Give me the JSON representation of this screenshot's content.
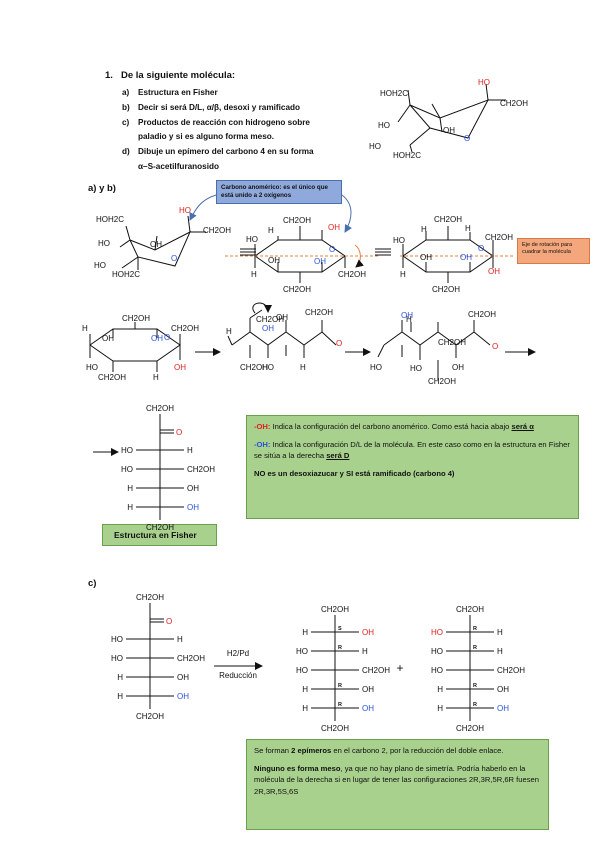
{
  "question": {
    "number": "1.",
    "title": "De la siguiente molécula:",
    "items": [
      {
        "letter": "a)",
        "text": "Estructura en Fisher"
      },
      {
        "letter": "b)",
        "text": "Decir si será D/L, α/β, desoxi y ramificado"
      },
      {
        "letter": "c)",
        "text": "Productos de reacción con hidrogeno sobre"
      },
      {
        "letter": "",
        "text": "paladio y si es alguno forma meso."
      },
      {
        "letter": "d)",
        "text": "Dibuje un epímero del carbono 4 en su forma"
      },
      {
        "letter": "",
        "text": "α–S-acetilfuranosido"
      }
    ]
  },
  "section_ab": "a) y b)",
  "section_c": "c)",
  "callout_anomeric": "Carbono anomérico: es el único que está unido a 2 oxígenos",
  "callout_axis": "Eje de rotación para cuadrar la molécula",
  "box_fisher_label": "Estructura en Fisher",
  "box_conf": {
    "p1_oh": "-OH:",
    "p1_text": " Indica la configuración del carbono anomérico. Como está hacia abajo ",
    "p1_end": "será α",
    "p2_oh": "-OH:",
    "p2_text": " Indica la configuración D/L de la molécula. En este caso como en la estructura en Fisher se sitúa a la derecha ",
    "p2_end": "será D",
    "p3": "NO es un desoxiazucar y SI está ramificado (carbono 4)"
  },
  "box_meso": {
    "p1_a": "Se forman ",
    "p1_b": "2 epímeros",
    "p1_c": " en el carbono 2, por la reducción del doble enlace.",
    "p2_a": "Ninguno es forma meso",
    "p2_b": ", ya que no hay plano de simetría. Podría haberlo en la molécula de la derecha si en lugar de tener las configuraciones 2R,3R,5R,6R fuesen 2R,3R,5S,6S"
  },
  "reaction": {
    "reagent": "H2/Pd",
    "label": "Reducción"
  },
  "labels": {
    "ch2oh": "CH2OH",
    "hoh2c": "HOH2C",
    "ho": "HO",
    "oh": "OH",
    "h": "H",
    "o": "O",
    "r": "R",
    "s": "S",
    "plus": "+"
  },
  "colors": {
    "red": "#e02020",
    "blue": "#2a52d6",
    "green": "#a9d18e"
  }
}
